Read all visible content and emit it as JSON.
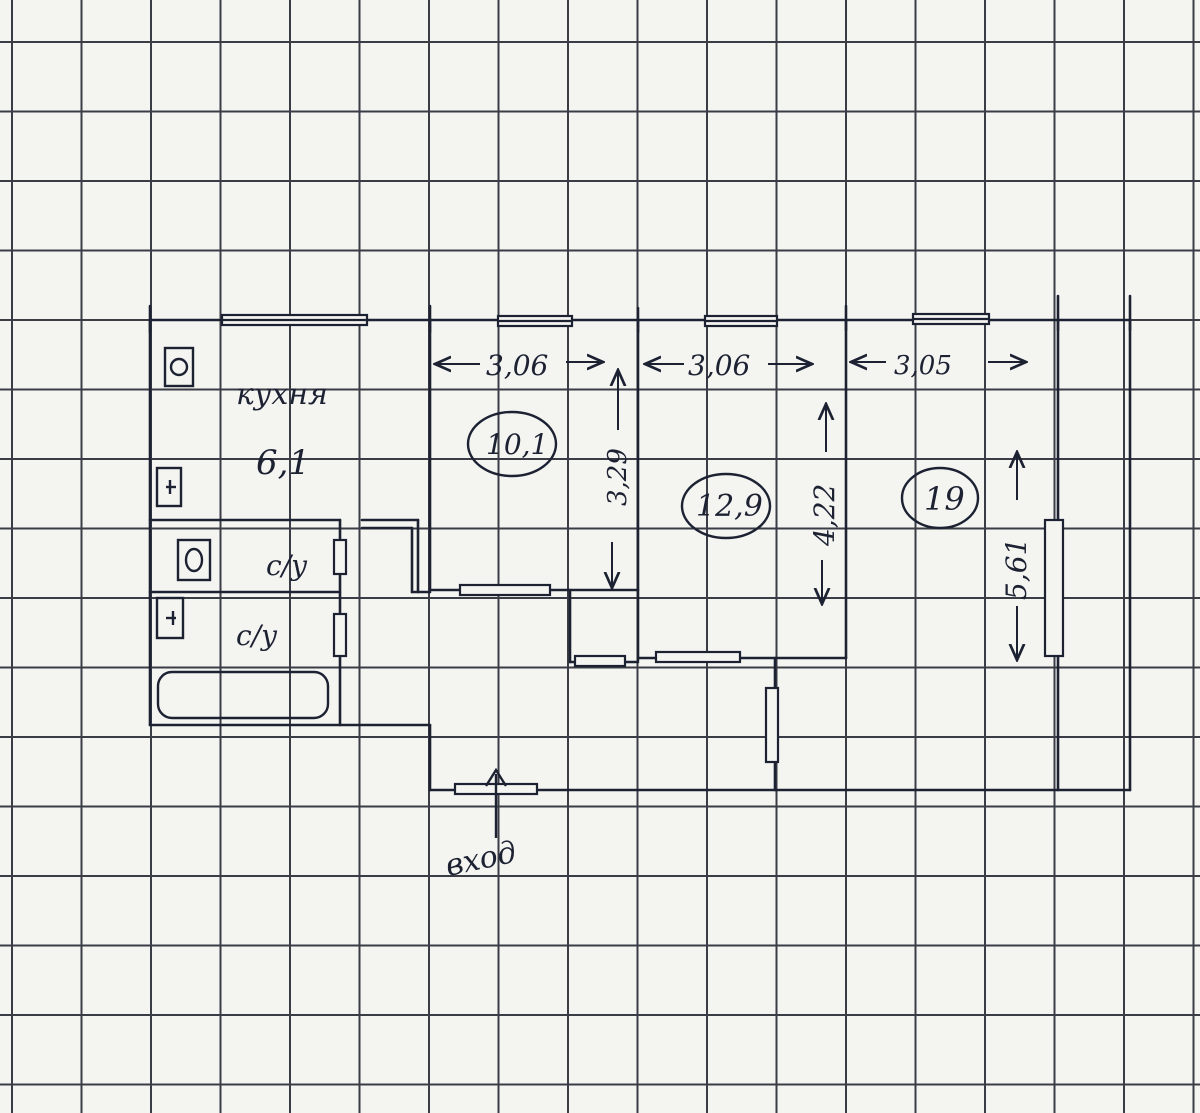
{
  "plan": {
    "rooms": {
      "kitchen": {
        "name": "кухня",
        "area": "6,1"
      },
      "room_1": {
        "area": "10,1"
      },
      "room_2": {
        "area": "12,9"
      },
      "room_3": {
        "area": "19"
      },
      "wc": {
        "name": "с/у"
      },
      "bath": {
        "name": "с/у"
      }
    },
    "dimensions": {
      "room_1_width": "3,06",
      "room_1_depth": "3,29",
      "room_2_width": "3,06",
      "room_2_depth": "4,22",
      "room_3_width": "3,05",
      "room_3_depth": "5,61"
    },
    "entrance": {
      "label": "вход"
    },
    "colors": {
      "ink": "#1d2233",
      "grid": "#3a3d45",
      "paper": "#f4f4f1"
    }
  }
}
